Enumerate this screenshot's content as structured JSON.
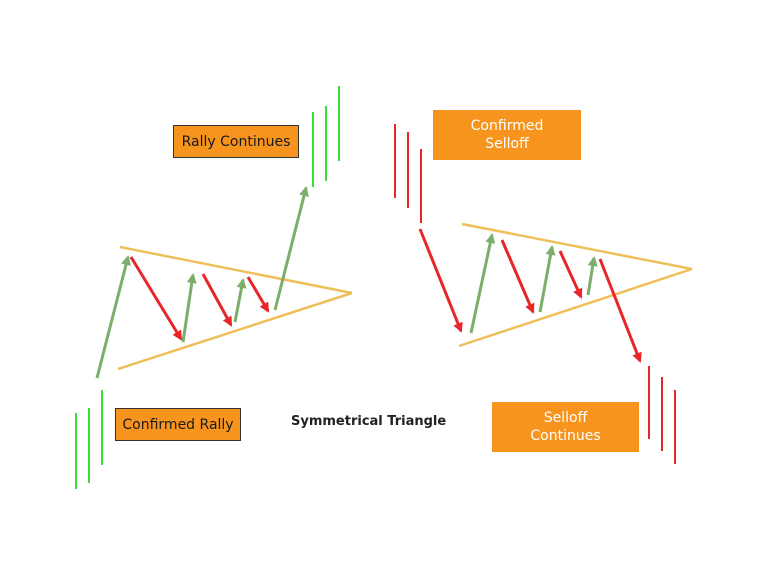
{
  "colors": {
    "triangle": "#eec05a",
    "up": "#7aae6a",
    "down": "#e8262a",
    "volume_up": "#3ddc3d",
    "volume_down": "#e8262a",
    "label_fill": "#f7941d"
  },
  "labels": {
    "rally_continues": "Rally Continues",
    "confirmed_rally": "Confirmed Rally",
    "confirmed_selloff": "Confirmed\nSelloff",
    "selloff_continues": "Selloff\nContinues",
    "title": "Symmetrical Triangle"
  },
  "icons": [
    "up-arrow-icon",
    "down-arrow-icon"
  ]
}
